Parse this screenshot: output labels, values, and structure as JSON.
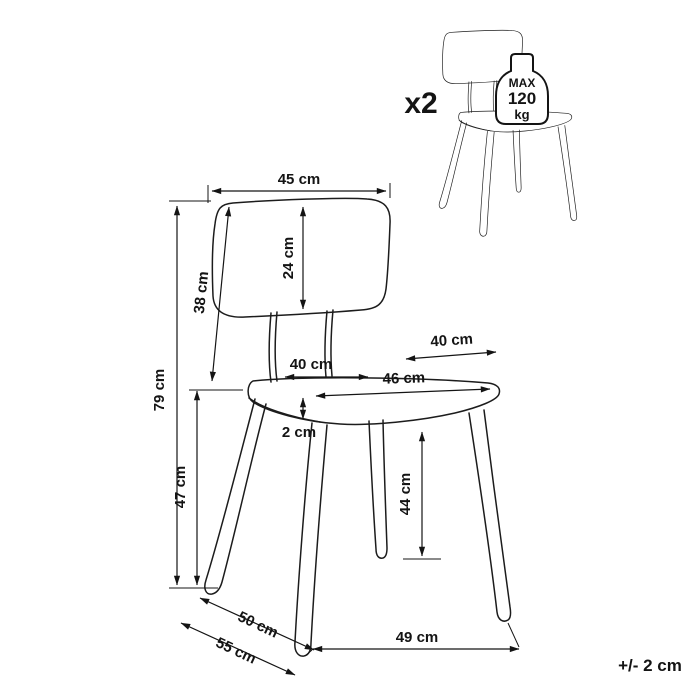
{
  "colors": {
    "ink": "#141414",
    "background": "#ffffff"
  },
  "labels": {
    "quantity": "x2",
    "tolerance": "+/- 2 cm",
    "max_weight": {
      "line1": "MAX",
      "line2": "120",
      "line3": "kg"
    }
  },
  "dimensions": {
    "backrest_width": "45 cm",
    "backrest_panel_height": "24 cm",
    "backrest_height": "38 cm",
    "total_height": "79 cm",
    "seat_height": "47 cm",
    "seat_depth_front": "40 cm",
    "seat_depth_right": "40 cm",
    "seat_width": "46 cm",
    "seat_thickness": "2 cm",
    "leg_height": "44 cm",
    "base_depth": "50 cm",
    "base_diagonal": "55 cm",
    "base_width": "49 cm"
  }
}
